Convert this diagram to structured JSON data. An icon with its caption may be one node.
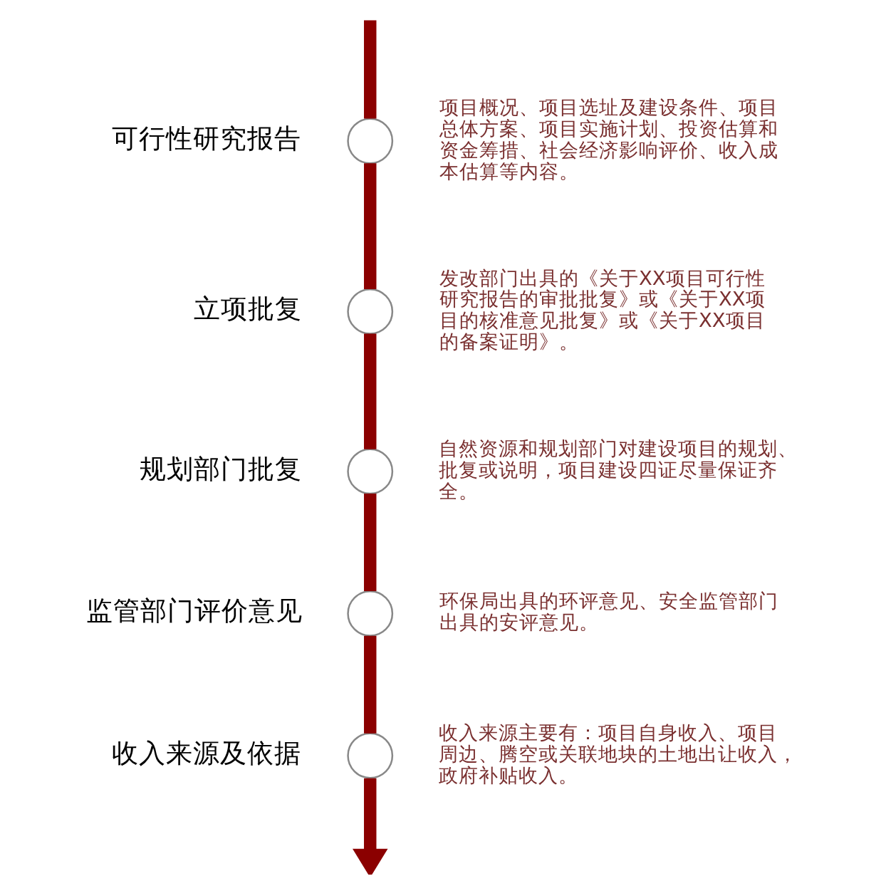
{
  "diagram": {
    "nodes": [
      {
        "text": [],
        "shape": "circle",
        "beside": [
          "可行性研究报告",
          "项目概况、项目选址及建设条件、项目总体方案、项目实施计划、投资估算和资金筹措、社会经济影响评价、收入成本估算等内容。"
        ]
      },
      {
        "text": [],
        "shape": "circle",
        "beside": [
          "立项批复",
          "发改部门出具的《关于XX项目可行性研究报告的审批批复》或《关于XX项目的核准意见批复》或《关于XX项目的备案证明》。"
        ]
      },
      {
        "text": [],
        "shape": "circle",
        "beside": [
          "规划部门批复",
          "自然资源和规划部门对建设项目的规划、批复或说明，项目建设四证尽量保证齐全。"
        ]
      },
      {
        "text": [],
        "shape": "circle",
        "beside": [
          "监管部门评价意见",
          "环保局出具的环评意见、安全监管部门出具的安评意见。"
        ]
      },
      {
        "text": [],
        "shape": "circle",
        "beside": [
          "收入来源及依据",
          "收入来源主要有：项目自身收入、项目周边、腾空或关联地块的土地出让收入，政府补贴收入。"
        ]
      }
    ],
    "edges": [
      {
        "from": null,
        "to": 0,
        "arrow": "none"
      },
      {
        "from": 0,
        "to": 1,
        "arrow": "none"
      },
      {
        "from": 1,
        "to": 2,
        "arrow": "none"
      },
      {
        "from": 2,
        "to": 3,
        "arrow": "none"
      },
      {
        "from": 3,
        "to": 4,
        "arrow": "none"
      },
      {
        "from": 4,
        "to": null,
        "arrow": "to"
      }
    ]
  }
}
